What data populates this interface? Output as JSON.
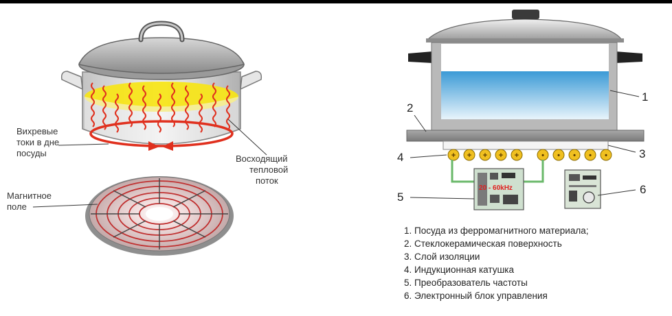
{
  "left_diagram": {
    "label_eddy": [
      "Вихревые",
      "токи в дне",
      "посуды"
    ],
    "label_flow": [
      "Восходящий",
      "тепловой",
      "поток"
    ],
    "label_field": [
      "Магнитное",
      "поле"
    ]
  },
  "right_diagram": {
    "numbers": [
      "1",
      "2",
      "3",
      "4",
      "5",
      "6"
    ],
    "frequency_label": "20 - 60kHz",
    "legend": [
      "1. Посуда из ферромагнитного материала;",
      "2. Стеклокерамическая поверхность",
      "3. Слой изоляции",
      "4. Индукционная катушка",
      "5. Преобразователь частоты",
      "6. Электронный блок управления"
    ]
  },
  "colors": {
    "heat": "#e0301e",
    "yellow_fill": "#f7e51a",
    "water": "#4aa8e0",
    "pcb_green": "#6ab86a",
    "coil_yellow": "#f0c020"
  }
}
